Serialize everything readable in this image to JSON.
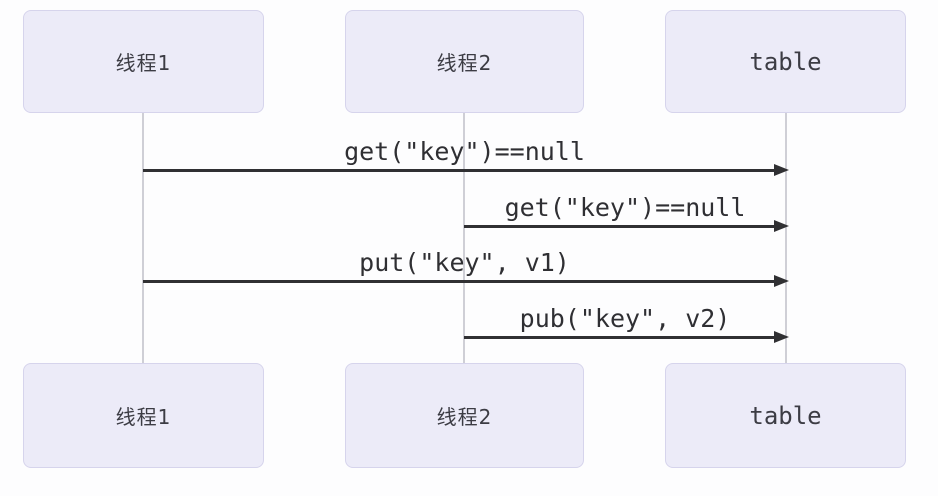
{
  "diagram": {
    "type": "sequence-diagram",
    "actors": [
      {
        "id": "thread1",
        "label": "线程1"
      },
      {
        "id": "thread2",
        "label": "线程2"
      },
      {
        "id": "table",
        "label": "table"
      }
    ],
    "messages": [
      {
        "from": "线程1",
        "to": "table",
        "label": "get(\"key\")==null"
      },
      {
        "from": "线程2",
        "to": "table",
        "label": "get(\"key\")==null"
      },
      {
        "from": "线程1",
        "to": "table",
        "label": "put(\"key\", v1)"
      },
      {
        "from": "线程2",
        "to": "table",
        "label": "pub(\"key\", v2)"
      }
    ],
    "colors": {
      "bg": "#fdfdfe",
      "actor_fill": "#ECEBF8",
      "actor_border": "#D6D4EC",
      "lifeline": "#CFCFD6",
      "arrow": "#303033",
      "text": "#3C3C44",
      "label_text": "#2F2F33"
    }
  }
}
